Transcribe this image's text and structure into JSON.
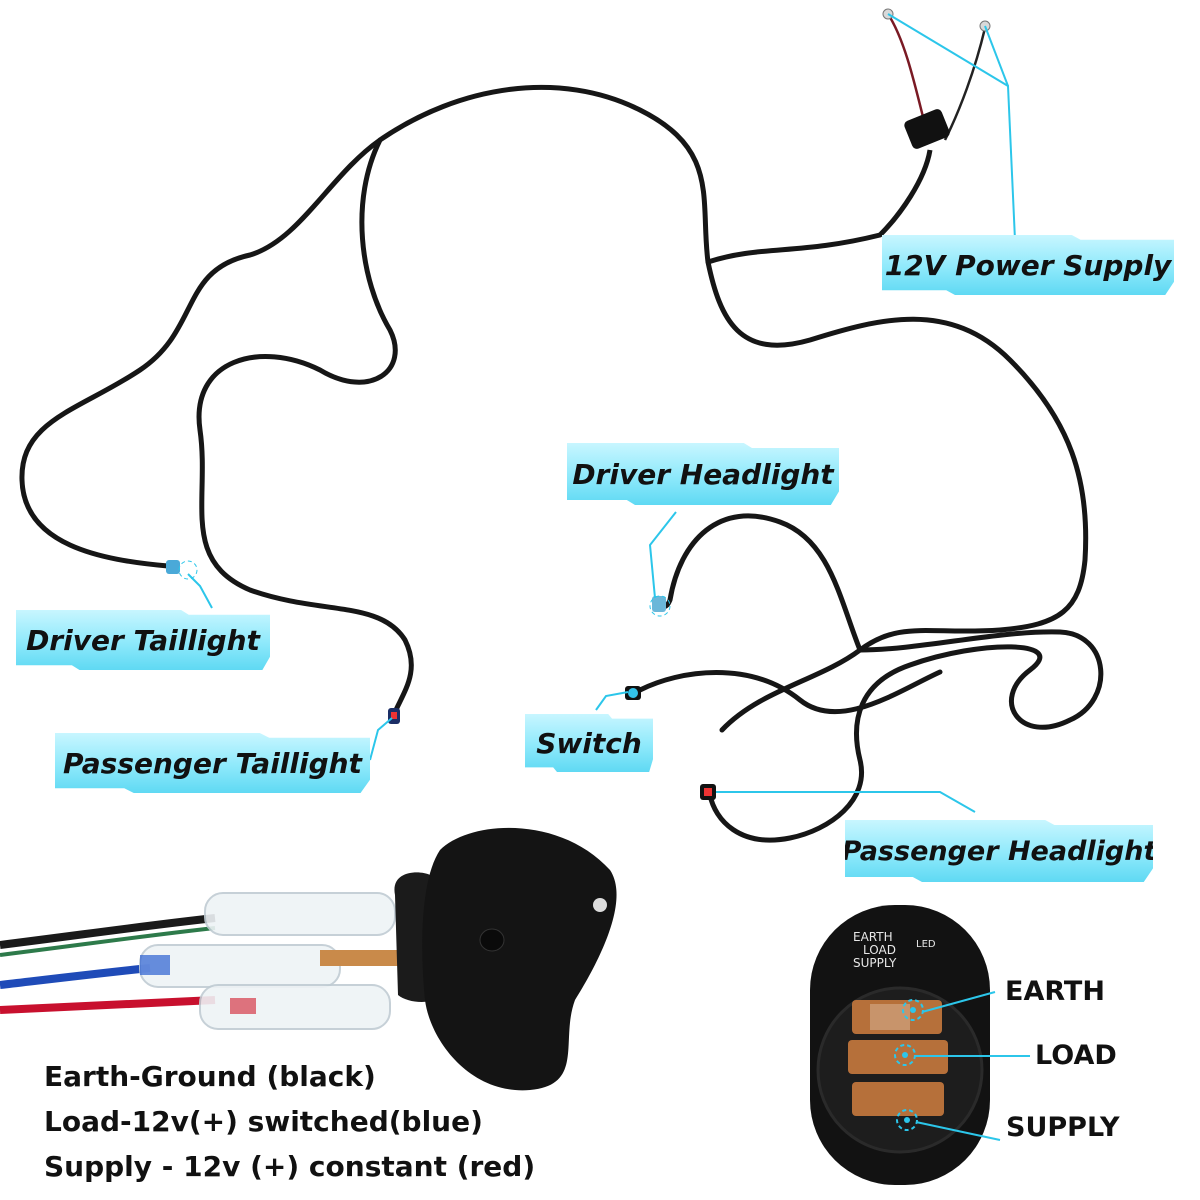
{
  "labels": {
    "power_supply": "12V Power Supply",
    "driver_headlight": "Driver Headlight",
    "driver_taillight": "Driver Taillight",
    "passenger_taillight": "Passenger Taillight",
    "switch": "Switch",
    "passenger_headlight": "Passenger Headlight"
  },
  "legend": {
    "line1": "Earth-Ground (black)",
    "line2": "Load-12v(+) switched(blue)",
    "line3": "Supply - 12v (+) constant (red)"
  },
  "plate": {
    "earth": "EARTH",
    "load": "LOAD",
    "supply": "SUPPLY",
    "led": "LED"
  },
  "terminals": {
    "earth": "EARTH",
    "load": "LOAD",
    "supply": "SUPPLY"
  },
  "colors": {
    "label_fill": "#8ee9fb",
    "callout_line": "#2cc6ea",
    "wire_black": "#1a1a1a",
    "wire_blue": "#1f4bb8",
    "wire_red": "#c8102e"
  }
}
